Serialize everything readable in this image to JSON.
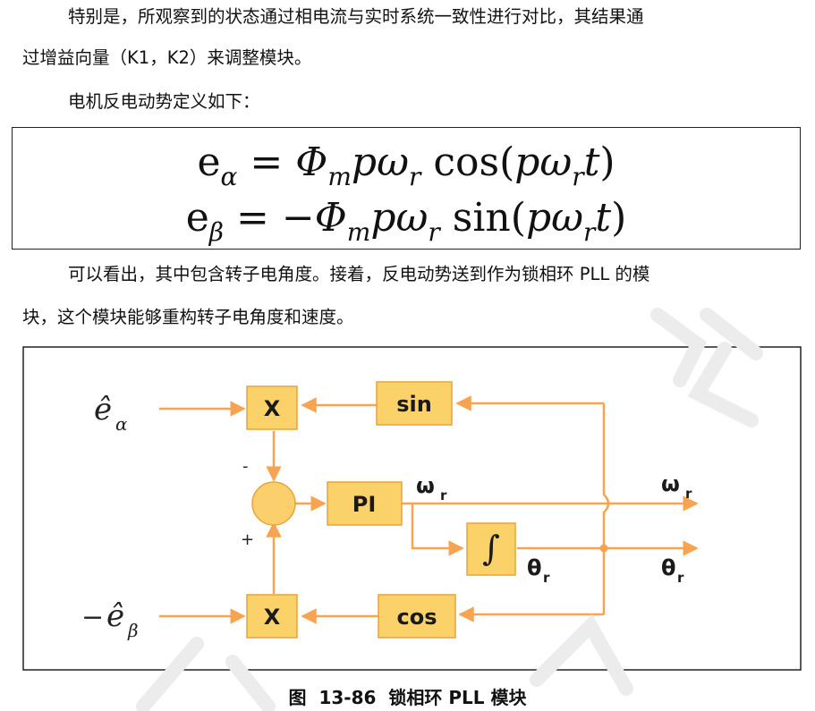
{
  "paragraphs": {
    "p1_line1": "特别是，所观察到的状态通过相电流与实时系统一致性进行对比，其结果通",
    "p1_line2": "过增益向量（K1，K2）来调整模块。",
    "p2": "电机反电动势定义如下：",
    "p3_line1": "可以看出，其中包含转子电角度。接着，反电动势送到作为锁相环 PLL 的模",
    "p3_line2": "块，这个模块能够重构转子电角度和速度。"
  },
  "equations": {
    "eq1": {
      "lhs": "e",
      "lhs_sub": "α",
      "rhs_sign": "",
      "phi": "Φ",
      "phi_sub": "m",
      "p": "p",
      "omega": "ω",
      "omega_sub": "r",
      "func": "cos",
      "arg_p": "p",
      "arg_omega": "ω",
      "arg_omega_sub": "r",
      "arg_t": "t"
    },
    "eq2": {
      "lhs": "e",
      "lhs_sub": "β",
      "rhs_sign": "−",
      "phi": "Φ",
      "phi_sub": "m",
      "p": "p",
      "omega": "ω",
      "omega_sub": "r",
      "func": "sin",
      "arg_p": "p",
      "arg_omega": "ω",
      "arg_omega_sub": "r",
      "arg_t": "t"
    }
  },
  "diagram": {
    "input_top": "ê",
    "input_top_sub": "α",
    "input_bottom_sign": "−",
    "input_bottom": "ê",
    "input_bottom_sub": "β",
    "mult_top": "X",
    "mult_bottom": "X",
    "sin_block": "sin",
    "cos_block": "cos",
    "pi_block": "PI",
    "integrator": "∫",
    "minus_sign": "-",
    "plus_sign": "+",
    "omega_label_inner": "ω",
    "omega_label_inner_sub": "r",
    "omega_label_out": "ω",
    "omega_label_out_sub": "r",
    "theta_label_inner": "θ",
    "theta_label_inner_sub": "r",
    "theta_label_out": "θ",
    "theta_label_out_sub": "r",
    "colors": {
      "block_fill": "#fbd26a",
      "block_border": "#e8a33c",
      "line": "#f7a350",
      "sum_fill": "#fbcf6b"
    }
  },
  "caption": {
    "prefix": "图",
    "number": "13-86",
    "title": "锁相环 PLL 模块"
  }
}
